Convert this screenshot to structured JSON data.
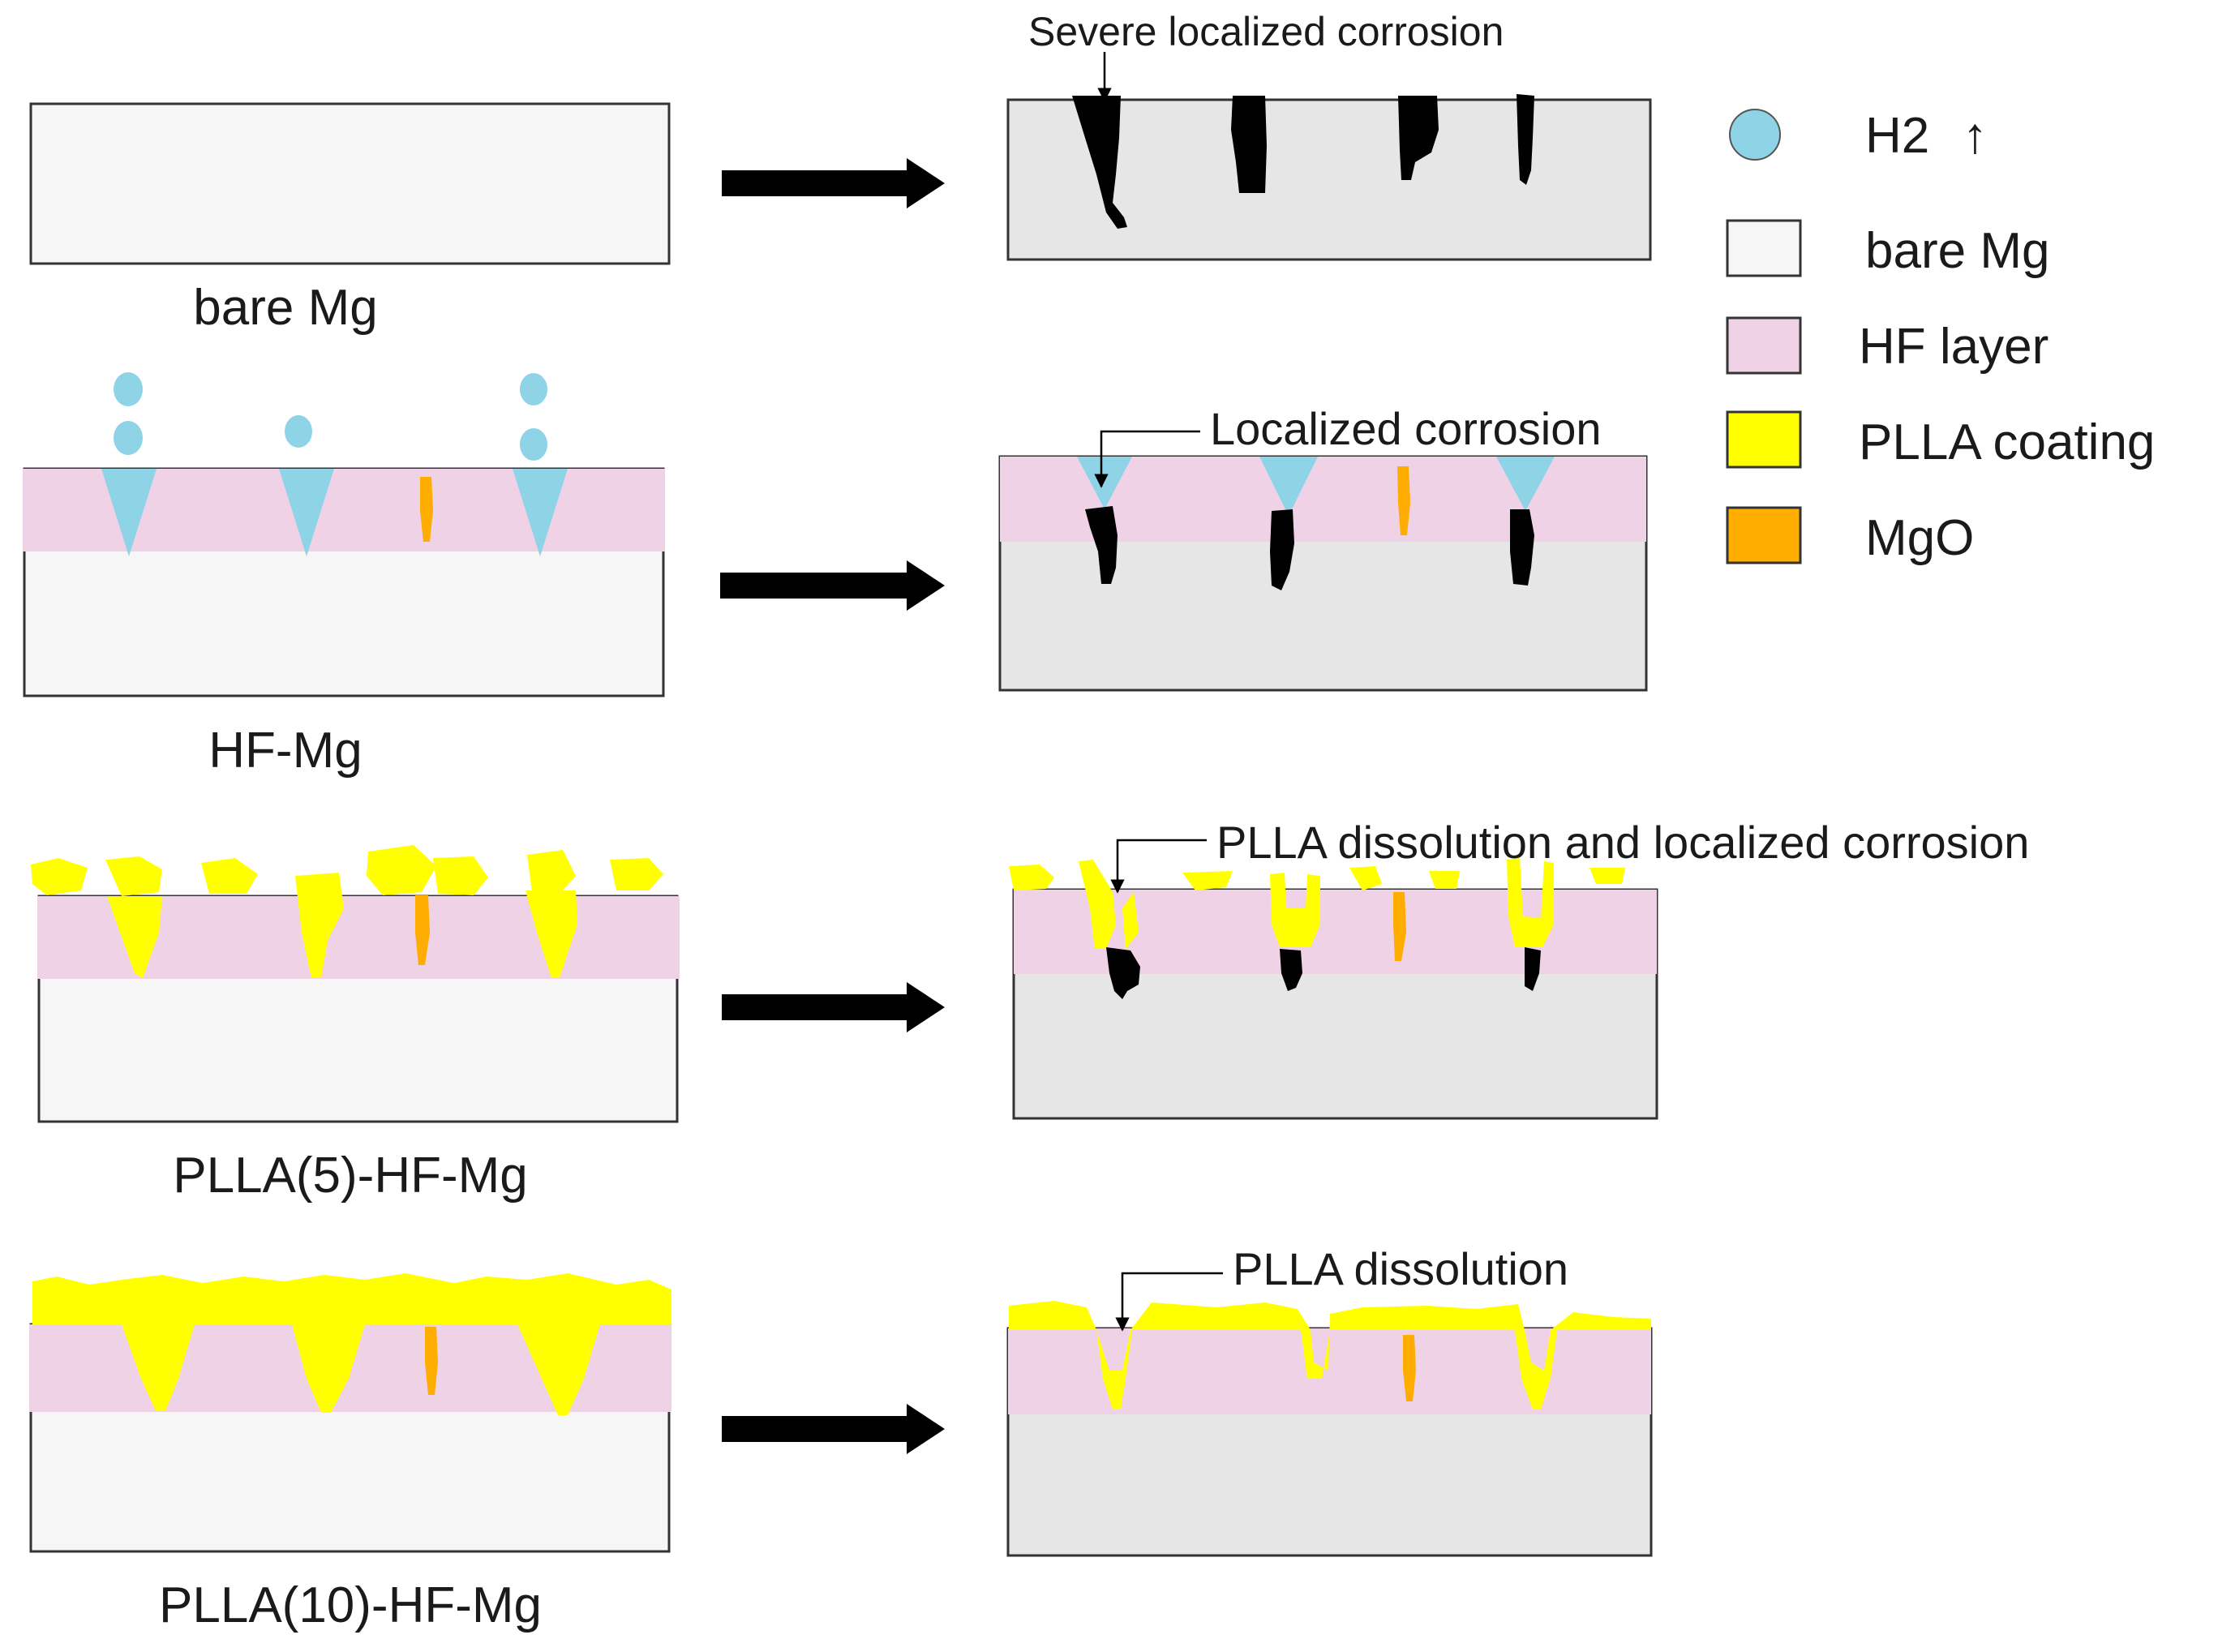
{
  "sample_labels": [
    "bare Mg",
    "HF-Mg",
    "PLLA(5)-HF-Mg",
    "PLLA(10)-HF-Mg"
  ],
  "annotations": {
    "bare": "Severe localized corrosion",
    "hf": "Localized corrosion",
    "plla5": "PLLA dissolution and localized corrosion",
    "plla10": "PLLA dissolution"
  },
  "legend": [
    {
      "label": "H2",
      "symbol": "circle",
      "color": "#8fd3e6",
      "suffix": "↑"
    },
    {
      "label": "bare Mg",
      "symbol": "square",
      "color": "#f6f6f6"
    },
    {
      "label": "HF layer",
      "symbol": "square",
      "color": "#f0d2e6"
    },
    {
      "label": "PLLA coating",
      "symbol": "square",
      "color": "#ffff00"
    },
    {
      "label": "MgO",
      "symbol": "square",
      "color": "#ffad00"
    }
  ],
  "colors": {
    "bare_mg": "#f6f6f6",
    "corroded_mg": "#e6e6e6",
    "hf_layer": "#f0d2e6",
    "plla": "#ffff00",
    "mgo": "#ffad00",
    "h2": "#8fd3e6",
    "corrosion": "#000000"
  }
}
